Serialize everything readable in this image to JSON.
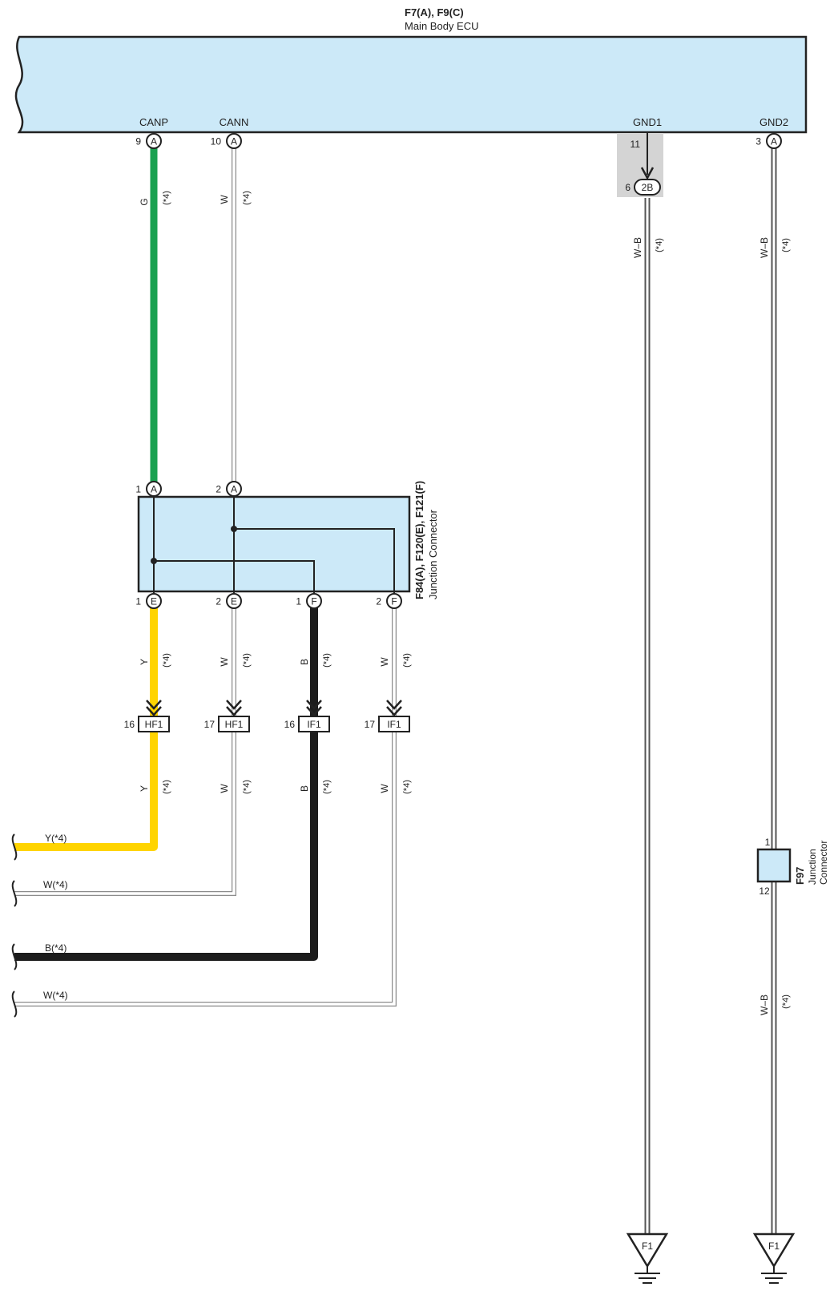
{
  "ecu": {
    "id": "F7(A), F9(C)",
    "name": "Main Body ECU",
    "fill": "#cce9f8",
    "pins": {
      "canp": {
        "name": "CANP",
        "num": "9",
        "conn": "A"
      },
      "cann": {
        "name": "CANN",
        "num": "10",
        "conn": "A"
      },
      "gnd1": {
        "name": "GND1",
        "num": "11"
      },
      "gnd2": {
        "name": "GND2",
        "num": "3",
        "conn": "A"
      }
    }
  },
  "gnd1_splice": {
    "num": "6",
    "conn": "2B"
  },
  "junction1": {
    "id": "F84(A), F120(E), F121(F)",
    "name": "Junction Connector",
    "top_pins": [
      {
        "num": "1",
        "conn": "A"
      },
      {
        "num": "2",
        "conn": "A"
      }
    ],
    "bottom_pins": [
      {
        "num": "1",
        "conn": "E"
      },
      {
        "num": "2",
        "conn": "E"
      },
      {
        "num": "1",
        "conn": "F"
      },
      {
        "num": "2",
        "conn": "F"
      }
    ]
  },
  "wire_colors": {
    "G": "#1aa150",
    "Y": "#ffd400",
    "B": "#1c1c1c",
    "W_outline": "#8c8c8c"
  },
  "wire_labels": {
    "canp": "G",
    "cann": "W",
    "gnd": "W–B",
    "e1": "Y",
    "e2": "W",
    "f1": "B",
    "f2": "W",
    "note": "(*4)"
  },
  "inline_connectors": [
    {
      "num": "16",
      "conn": "HF1"
    },
    {
      "num": "17",
      "conn": "HF1"
    },
    {
      "num": "16",
      "conn": "IF1"
    },
    {
      "num": "17",
      "conn": "IF1"
    }
  ],
  "outgoing_wires": [
    {
      "label": "Y(*4)"
    },
    {
      "label": "W(*4)"
    },
    {
      "label": "B(*4)"
    },
    {
      "label": "W(*4)"
    }
  ],
  "junction2": {
    "id": "F97",
    "name_line1": "Junction",
    "name_line2": "Connector",
    "pin_top": "1",
    "pin_bottom": "12"
  },
  "grounds": [
    {
      "label": "F1"
    },
    {
      "label": "F1"
    }
  ]
}
